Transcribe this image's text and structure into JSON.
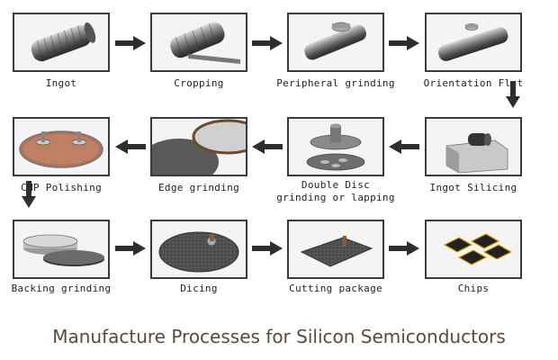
{
  "title": "Manufacture Processes for Silicon Semiconductors",
  "steps": [
    {
      "id": "ingot",
      "label": "Ingot"
    },
    {
      "id": "cropping",
      "label": "Cropping"
    },
    {
      "id": "peripheral-grinding",
      "label": "Peripheral grinding"
    },
    {
      "id": "orientation-flat",
      "label": "Orientation Flat"
    },
    {
      "id": "ingot-slicing",
      "label": "Ingot Silicing"
    },
    {
      "id": "double-disc",
      "label": "Double Disc",
      "label2": "grinding or lapping"
    },
    {
      "id": "edge-grinding",
      "label": "Edge grinding"
    },
    {
      "id": "cmp-polishing",
      "label": "CMP Polishing"
    },
    {
      "id": "backing-grinding",
      "label": "Backing grinding"
    },
    {
      "id": "dicing",
      "label": "Dicing"
    },
    {
      "id": "cutting-package",
      "label": "Cutting package"
    },
    {
      "id": "chips",
      "label": "Chips"
    }
  ],
  "colors": {
    "arrow": "#2e2e2e",
    "frame": "#3a3a3a",
    "title": "#5a4a3c"
  }
}
